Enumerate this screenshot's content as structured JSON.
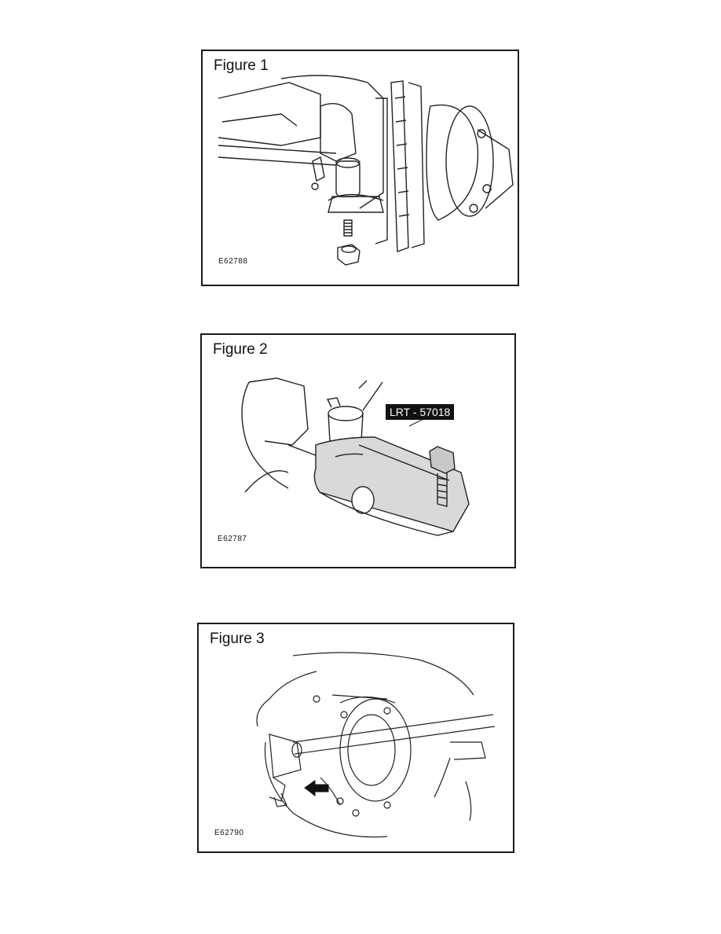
{
  "figures": [
    {
      "title": "Figure 1",
      "code": "E62788"
    },
    {
      "title": "Figure 2",
      "code": "E62787",
      "tool_label": "LRT - 57018"
    },
    {
      "title": "Figure 3",
      "code": "E62790"
    }
  ]
}
